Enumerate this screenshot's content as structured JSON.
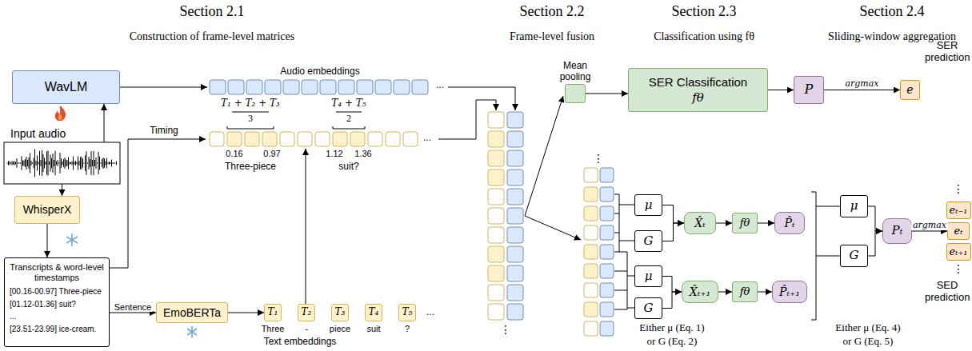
{
  "diagram": {
    "nodes": [
      {
        "text": [
          "WavLM"
        ]
      },
      {
        "text": [
          "Input audio"
        ]
      },
      {
        "text": [
          "WhisperX"
        ]
      },
      {
        "text": [
          "Transcripts & word-level timestamps",
          "[00.16-00.97] Three-piece",
          "[01.12-01.36] suit?",
          "...",
          "[23.51-23.99] ice-cream."
        ]
      },
      {
        "text": [
          "EmoBERTa"
        ]
      },
      {
        "text": [
          "T₁"
        ]
      },
      {
        "text": [
          "T₂"
        ]
      },
      {
        "text": [
          "T₃"
        ]
      },
      {
        "text": [
          "T₄"
        ]
      },
      {
        "text": [
          "T₅"
        ]
      },
      {
        "text": [
          "Mean pooling"
        ]
      },
      {
        "text": [
          "SER Classification",
          "fθ"
        ]
      },
      {
        "text": [
          "P"
        ]
      },
      {
        "text": [
          "e"
        ]
      },
      {
        "text": [
          "μ"
        ]
      },
      {
        "text": [
          "G"
        ]
      },
      {
        "text": [
          "X̂ₜ"
        ]
      },
      {
        "text": [
          "fθ"
        ]
      },
      {
        "text": [
          "P̂ₜ"
        ]
      },
      {
        "text": [
          "μ"
        ]
      },
      {
        "text": [
          "G"
        ]
      },
      {
        "text": [
          "X̂ₜ₊₁"
        ]
      },
      {
        "text": [
          "fθ"
        ]
      },
      {
        "text": [
          "P̂ₜ₊₁"
        ]
      },
      {
        "text": [
          "μ"
        ]
      },
      {
        "text": [
          "G"
        ]
      },
      {
        "text": [
          "Pₜ"
        ]
      },
      {
        "text": [
          "eₜ₋₁"
        ]
      },
      {
        "text": [
          "eₜ"
        ]
      },
      {
        "text": [
          "eₜ₊₁"
        ]
      }
    ],
    "edges": [
      {
        "from": 1,
        "to": 0,
        "arrow": "to"
      },
      {
        "from": 1,
        "to": 2,
        "arrow": "to"
      },
      {
        "from": 2,
        "to": 3,
        "arrow": "to"
      },
      {
        "from": 3,
        "to": 4,
        "label": "Sentence",
        "arrow": "to"
      },
      {
        "from": 4,
        "to": 5,
        "arrow": "to"
      },
      {
        "from": 10,
        "to": 11,
        "arrow": "to"
      },
      {
        "from": 11,
        "to": 12,
        "arrow": "to"
      },
      {
        "from": 12,
        "to": 13,
        "label": "argmax",
        "arrow": "to"
      },
      {
        "from": 14,
        "to": 16,
        "arrow": "to"
      },
      {
        "from": 15,
        "to": 16,
        "arrow": "to"
      },
      {
        "from": 16,
        "to": 17,
        "arrow": "to"
      },
      {
        "from": 17,
        "to": 18,
        "arrow": "to"
      },
      {
        "from": 19,
        "to": 21,
        "arrow": "to"
      },
      {
        "from": 20,
        "to": 21,
        "arrow": "to"
      },
      {
        "from": 21,
        "to": 22,
        "arrow": "to"
      },
      {
        "from": 22,
        "to": 23,
        "arrow": "to"
      },
      {
        "from": 24,
        "to": 26,
        "arrow": "to"
      },
      {
        "from": 25,
        "to": 26,
        "arrow": "to"
      },
      {
        "from": 26,
        "to": 28,
        "label": "argmax",
        "arrow": "to"
      }
    ],
    "labels": [
      "Section 2.1",
      "Section 2.2",
      "Section 2.3",
      "Section 2.4",
      "Construction of frame-level matrices",
      "Frame-level fusion",
      "Classification using fθ",
      "Sliding-window aggregation",
      "Audio embeddings",
      "...",
      "T₁ + T₂ + T₃",
      "3",
      "T₄ + T₅",
      "2",
      "Timing",
      "...",
      "0.16",
      "0.97",
      "1.12",
      "1.36",
      "Three-piece",
      "suit?",
      "...",
      "Three",
      "-",
      "piece",
      "suit",
      "?",
      "Text embeddings",
      "⋮",
      "⋮",
      "SER prediction",
      "Either μ (Eq. 1)",
      "or G (Eq. 2)",
      "Either μ (Eq. 4)",
      "or G (Eq. 5)",
      "⋮",
      "⋮",
      "SED prediction"
    ]
  }
}
